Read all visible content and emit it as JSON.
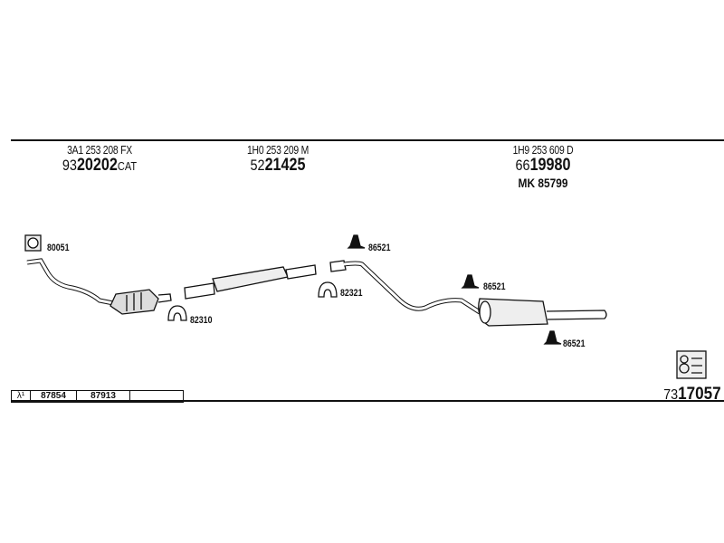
{
  "groups": [
    {
      "oem": "3A1 253 208 FX",
      "prefix": "93",
      "number": "20202",
      "suffix": "CAT"
    },
    {
      "oem": "1H0 253 209 M",
      "prefix": "52",
      "number": "21425",
      "suffix": ""
    },
    {
      "oem": "1H9 253 609 D",
      "prefix": "66",
      "number": "19980",
      "suffix": "",
      "extra": "MK 85799"
    }
  ],
  "parts": {
    "gasket": "80051",
    "clamp1": "82310",
    "clamp2": "82321",
    "hanger1": "86521",
    "hanger2": "86521",
    "hanger3": "86521"
  },
  "table": {
    "lambda": "λ¹",
    "c1": "87854",
    "c2": "87913",
    "c3": ""
  },
  "kit": {
    "prefix": "73",
    "number": "17057"
  }
}
